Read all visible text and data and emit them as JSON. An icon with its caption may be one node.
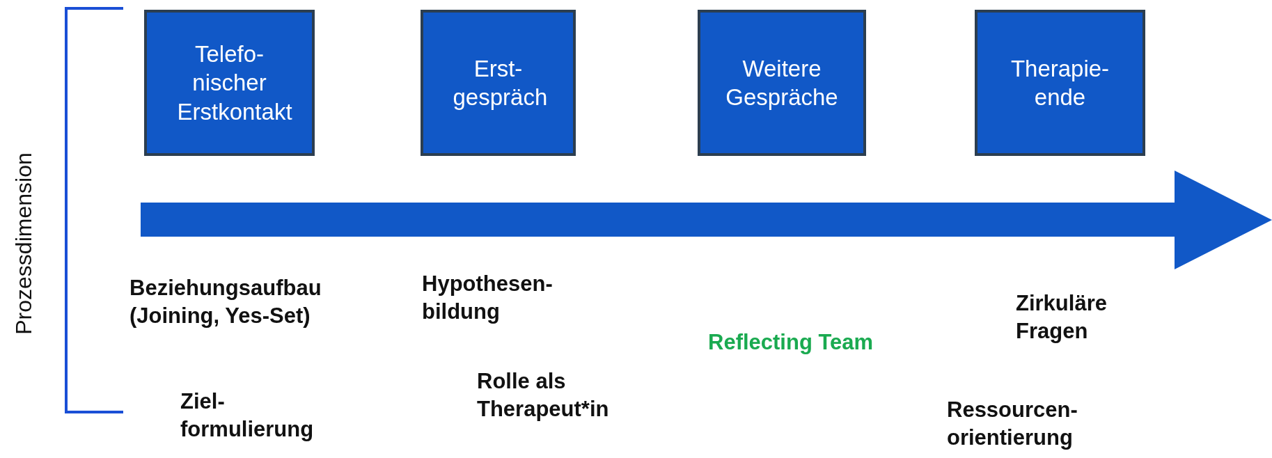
{
  "diagram": {
    "nodes": [
      {
        "text": [
          "Telefo- nischer Erstkontakt"
        ]
      },
      {
        "text": [
          "Erst- gespräch"
        ]
      },
      {
        "text": [
          "Weitere Gespräche"
        ]
      },
      {
        "text": [
          "Therapie- ende"
        ]
      }
    ],
    "labels": [
      "Prozessdimension",
      "Beziehungsaufbau (Joining, Yes-Set)",
      "Hypothesen- bildung",
      "Reflecting Team",
      "Zirkuläre Fragen",
      "Ziel- formulierung",
      "Rolle als Therapeut*in",
      "Ressourcen- orientierung"
    ]
  }
}
